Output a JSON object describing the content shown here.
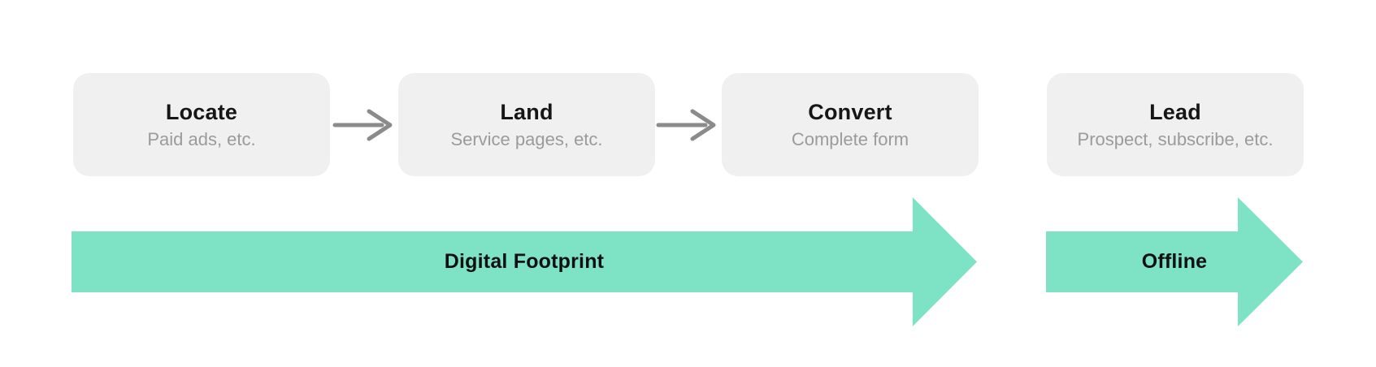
{
  "stages": [
    {
      "title": "Locate",
      "subtitle": "Paid ads, etc."
    },
    {
      "title": "Land",
      "subtitle": "Service pages, etc."
    },
    {
      "title": "Convert",
      "subtitle": "Complete form"
    },
    {
      "title": "Lead",
      "subtitle": "Prospect, subscribe, etc."
    }
  ],
  "phases": [
    {
      "label": "Digital Footprint"
    },
    {
      "label": "Offline"
    }
  ],
  "icons": {
    "connector_arrow": "right-arrow"
  },
  "colors": {
    "background": "#ffffff",
    "stage_box_bg": "#f0f0f0",
    "stage_title": "#161616",
    "stage_subtitle": "#9b9b9b",
    "connector_gray": "#8b8b8b",
    "phase_arrow_green": "#7ee2c5",
    "phase_label": "#101010"
  }
}
